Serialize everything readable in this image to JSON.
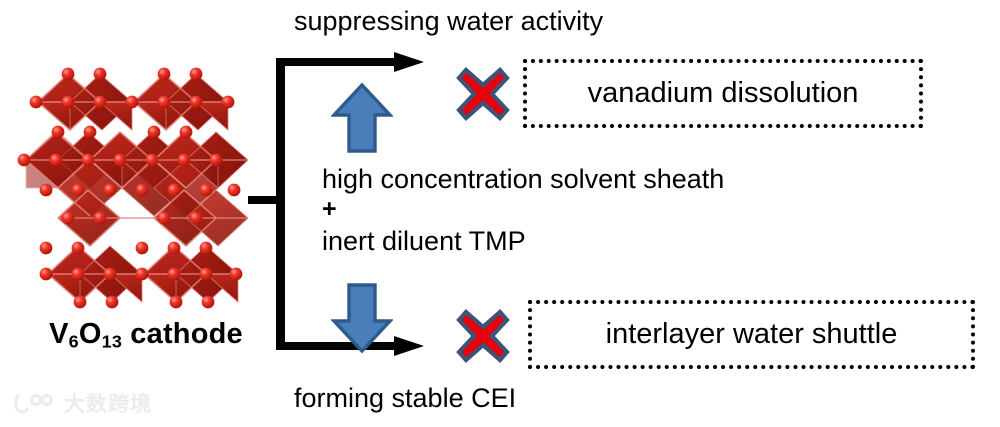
{
  "figure": {
    "title": "V6O13 cathode with high concentration solvent sheath and inert diluent TMP",
    "background": "#ffffff"
  },
  "crystal": {
    "icon_name": "v6o13-crystal-structure",
    "caption_formula_main_1": "V",
    "caption_sub_1": "6",
    "caption_formula_main_2": "O",
    "caption_sub_2": "13",
    "caption_suffix": " cathode",
    "caption_plain": "V6O13 cathode",
    "polyhedron_color": "#b52017",
    "polyhedron_color_dark": "#8d1810",
    "atom_color": "#ee2d22",
    "atom_highlight": "#ff8a7d"
  },
  "annotations": {
    "top": "suppressing water activity",
    "bottom": "forming stable CEI"
  },
  "center": {
    "line1": "high concentration solvent sheath",
    "plus": "+",
    "line2": "inert diluent TMP"
  },
  "blue_arrows": {
    "up_name": "up-arrow-icon",
    "down_name": "down-arrow-icon",
    "fill": "#4a7ebb",
    "stroke": "#2e5a8e"
  },
  "x_marks": {
    "name": "red-cross-icon",
    "fill": "#e8000d",
    "stroke": "#3b5478"
  },
  "outcomes": [
    {
      "label": "vanadium dissolution",
      "blocked": true
    },
    {
      "label": "interlayer water shuttle",
      "blocked": true
    }
  ],
  "connector": {
    "name": "bracket-arrows",
    "color": "#000000"
  },
  "watermark": {
    "text": "大数跨境",
    "logo_name": "watermark-logo-icon",
    "color": "#ececec"
  }
}
